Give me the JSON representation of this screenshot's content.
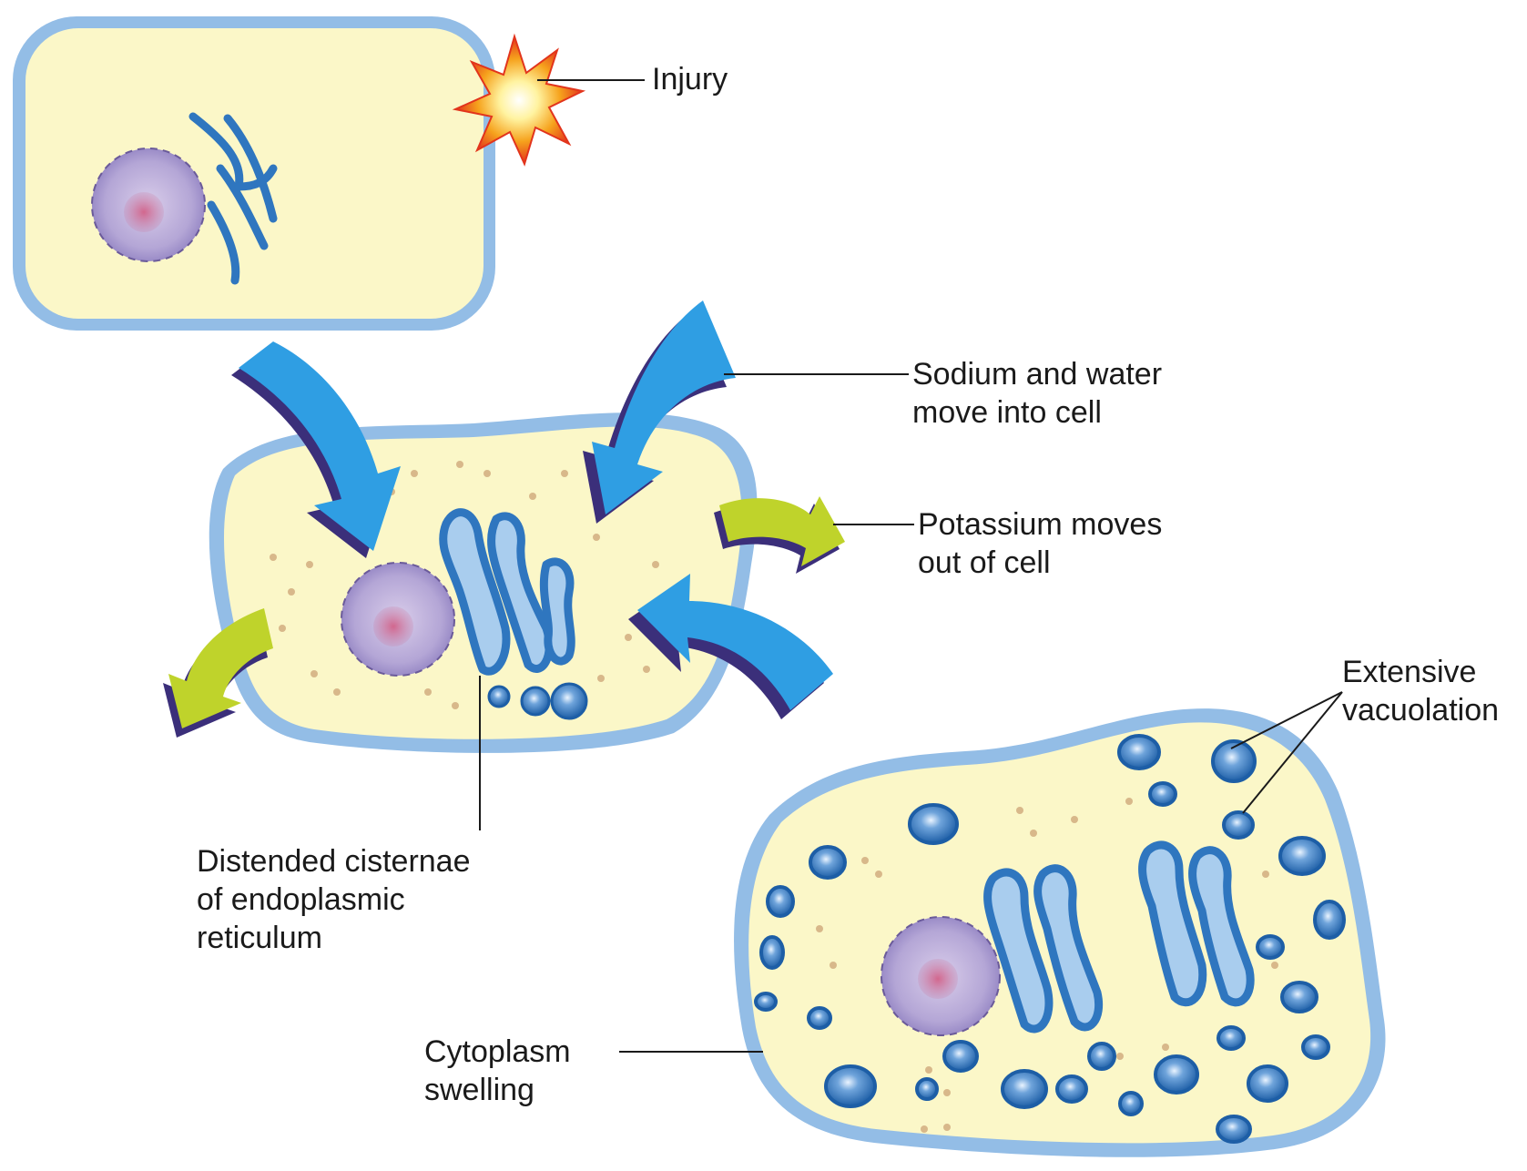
{
  "labels": {
    "injury": "Injury",
    "sodium_water": [
      "Sodium and water",
      "move into cell"
    ],
    "potassium": [
      "Potassium moves",
      "out of cell"
    ],
    "distended_cisternae": [
      "Distended cisternae",
      "of endoplasmic",
      "reticulum"
    ],
    "cytoplasm_swelling": [
      "Cytoplasm",
      "swelling"
    ],
    "extensive_vacuolation": [
      "Extensive",
      "vacuolation"
    ]
  },
  "colors": {
    "cytoplasm": "#fbf7c8",
    "membrane": "#93bde6",
    "nucleus": "#b4a6d6",
    "nucleolus": "#d2678e",
    "er": "#2f76bf",
    "vacuole": "#2a6db3",
    "sodium_arrow": "#2f9ee3",
    "potassium_arrow": "#bfd32b",
    "arrow_shadow": "#3b2f7a",
    "injury_burst": "#f6a21c",
    "granule": "#d8b88a"
  }
}
